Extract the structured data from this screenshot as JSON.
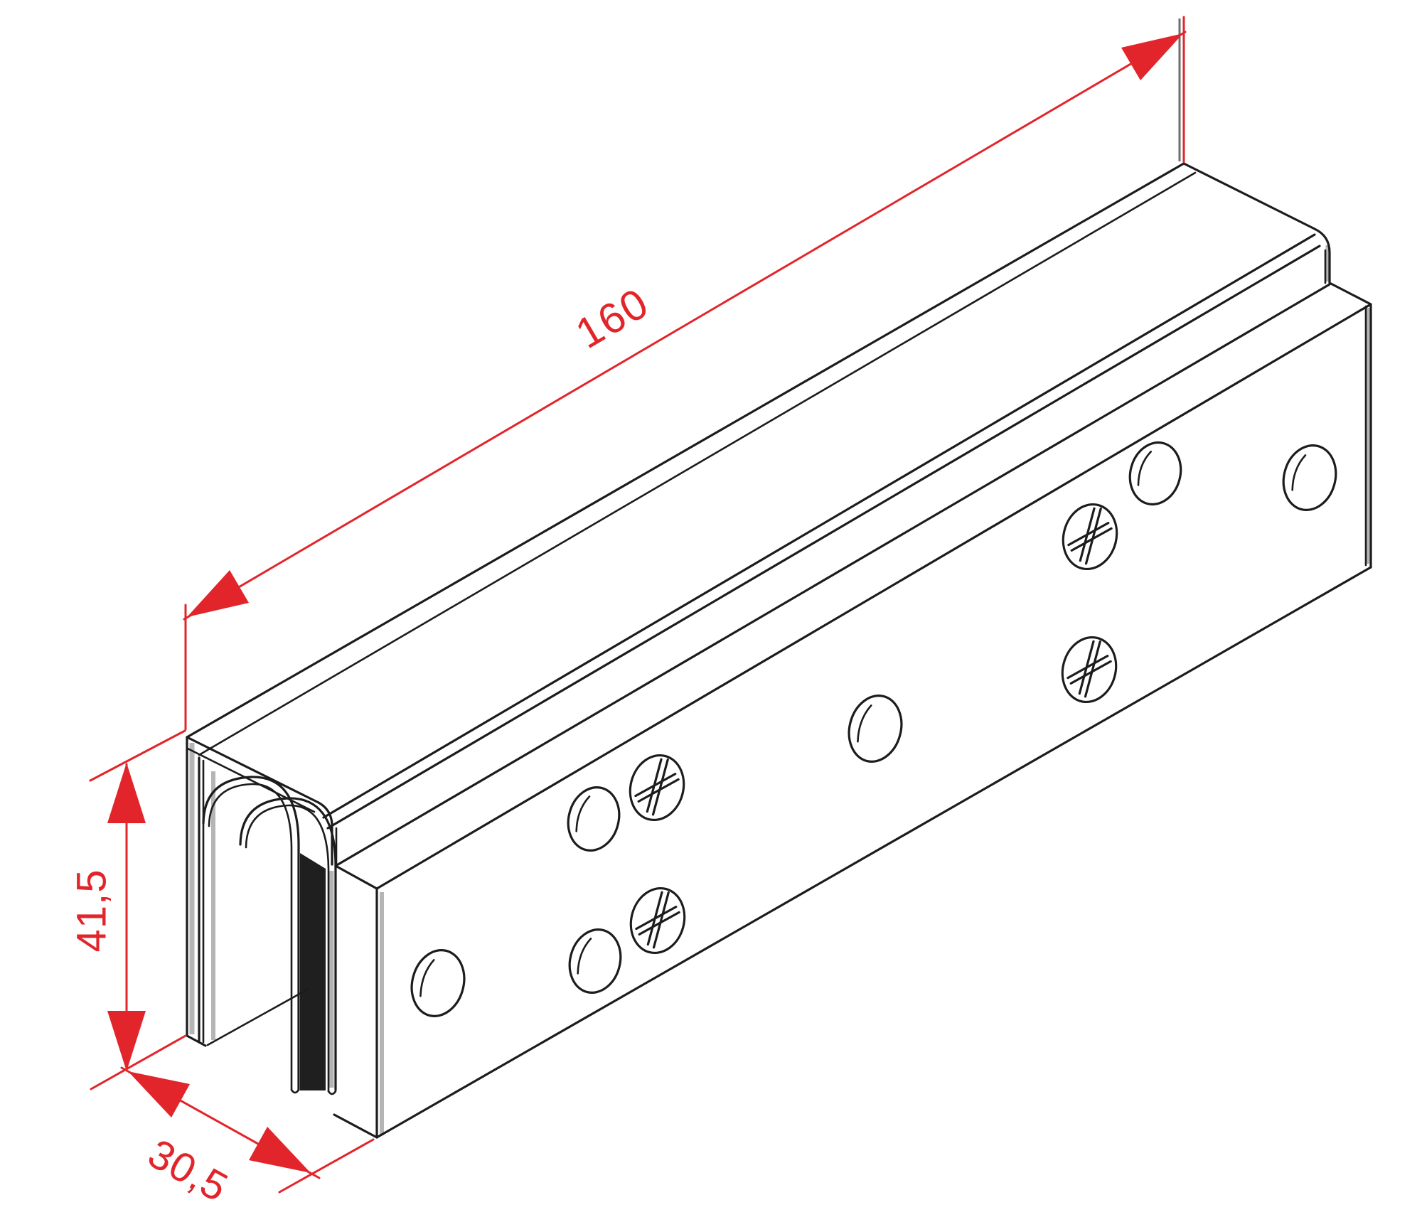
{
  "drawing": {
    "kind": "isometric profile drawing",
    "dimensions": {
      "length": {
        "label": "160"
      },
      "height": {
        "label": "41,5"
      },
      "width": {
        "label": "30,5"
      }
    },
    "features": {
      "screw_holes": 4,
      "plain_holes": 6
    },
    "colors": {
      "dimension": "#e2252b",
      "line": "#1c1c1c",
      "background": "#ffffff"
    }
  }
}
